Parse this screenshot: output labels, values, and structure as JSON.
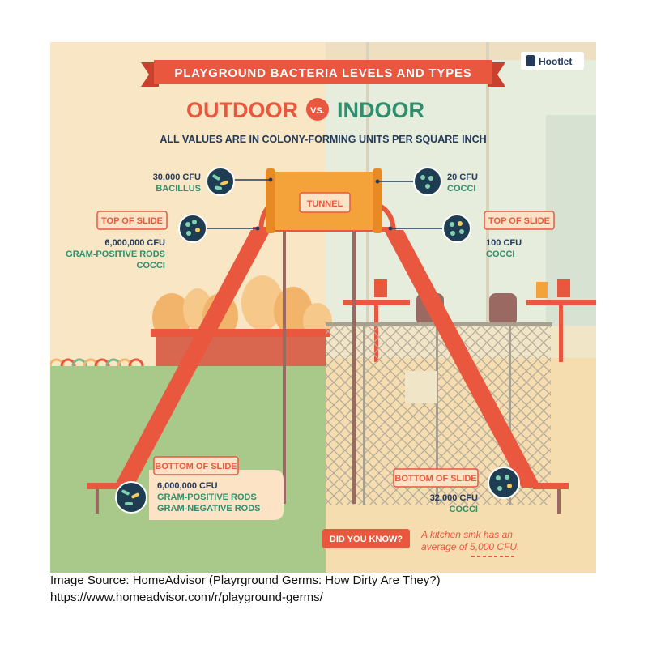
{
  "title": "PLAYGROUND BACTERIA LEVELS AND TYPES",
  "subtitle": {
    "outdoor": "OUTDOOR",
    "vs": "VS.",
    "indoor": "INDOOR"
  },
  "units_note": "ALL VALUES ARE IN COLONY-FORMING UNITS PER SQUARE INCH",
  "brand": "Hootlet",
  "tunnel_label": "TUNNEL",
  "outdoor": {
    "tunnel": {
      "value": "30,000 CFU",
      "type": "BACILLUS"
    },
    "top_of_slide": {
      "label": "TOP OF SLIDE",
      "value": "6,000,000 CFU",
      "type1": "GRAM-POSITIVE RODS",
      "type2": "COCCI"
    },
    "bottom_of_slide": {
      "label": "BOTTOM OF SLIDE",
      "value": "6,000,000 CFU",
      "type1": "GRAM-POSITIVE RODS",
      "type2": "GRAM-NEGATIVE RODS"
    }
  },
  "indoor": {
    "tunnel": {
      "value": "20 CFU",
      "type": "COCCI"
    },
    "top_of_slide": {
      "label": "TOP OF SLIDE",
      "value": "100 CFU",
      "type": "COCCI"
    },
    "bottom_of_slide": {
      "label": "BOTTOM OF SLIDE",
      "value": "32,000 CFU",
      "type": "COCCI"
    }
  },
  "did_you_know": {
    "label": "DID YOU KNOW?",
    "line1": "A kitchen sink has an",
    "line2": "average of 5,000 CFU."
  },
  "caption": {
    "line1": "Image Source: HomeAdvisor (Playrground Germs: How Dirty Are They?)",
    "line2": "https://www.homeadvisor.com/r/playground-germs/"
  },
  "colors": {
    "sky_outdoor": "#F8E6C4",
    "sky_indoor": "#E7EDDD",
    "grass": "#A9C98A",
    "floor": "#F6DDB0",
    "red": "#E9573F",
    "green": "#2F8E6E",
    "orange": "#F4A23A",
    "navy": "#233A5A"
  }
}
